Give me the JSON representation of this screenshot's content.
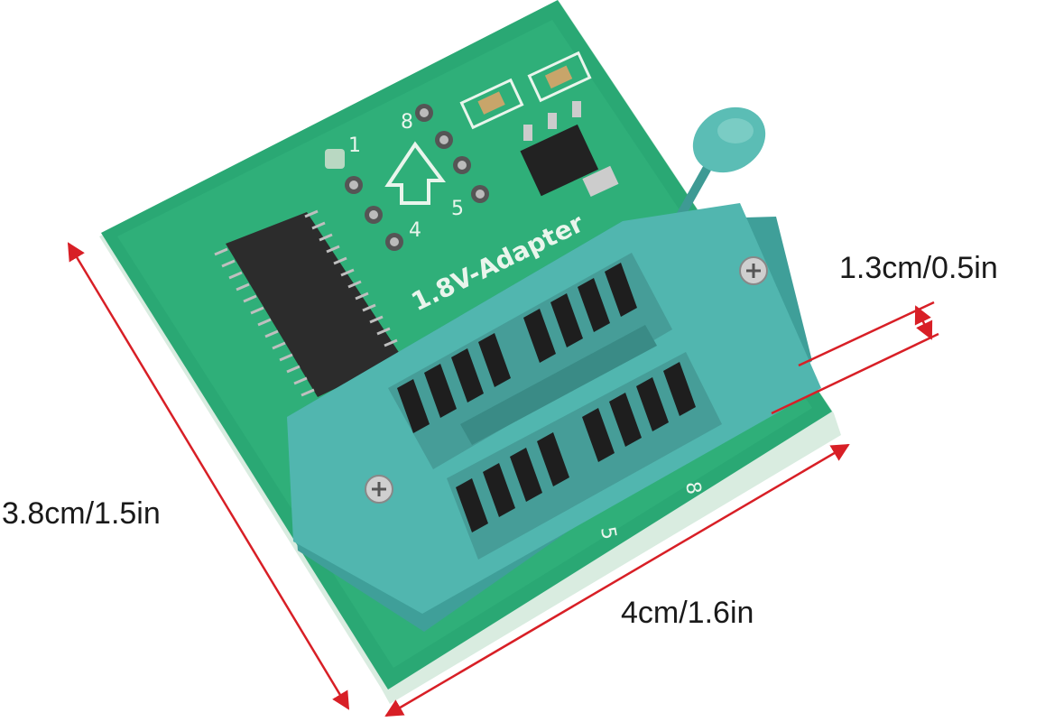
{
  "board": {
    "title_silkscreen": "1.8V-Adapter",
    "pin_labels": {
      "top_1": "1",
      "top_8": "8",
      "top_4": "4",
      "top_5": "5",
      "side_8": "8",
      "side_5": "5"
    }
  },
  "dimensions": {
    "thickness": "1.3cm/0.5in",
    "height": "3.8cm/1.5in",
    "width": "4cm/1.6in"
  },
  "colors": {
    "pcb": "#2bb07a",
    "socket": "#4fb3ad",
    "ic": "#2a2a2a",
    "dimension_line": "#d81f26"
  }
}
